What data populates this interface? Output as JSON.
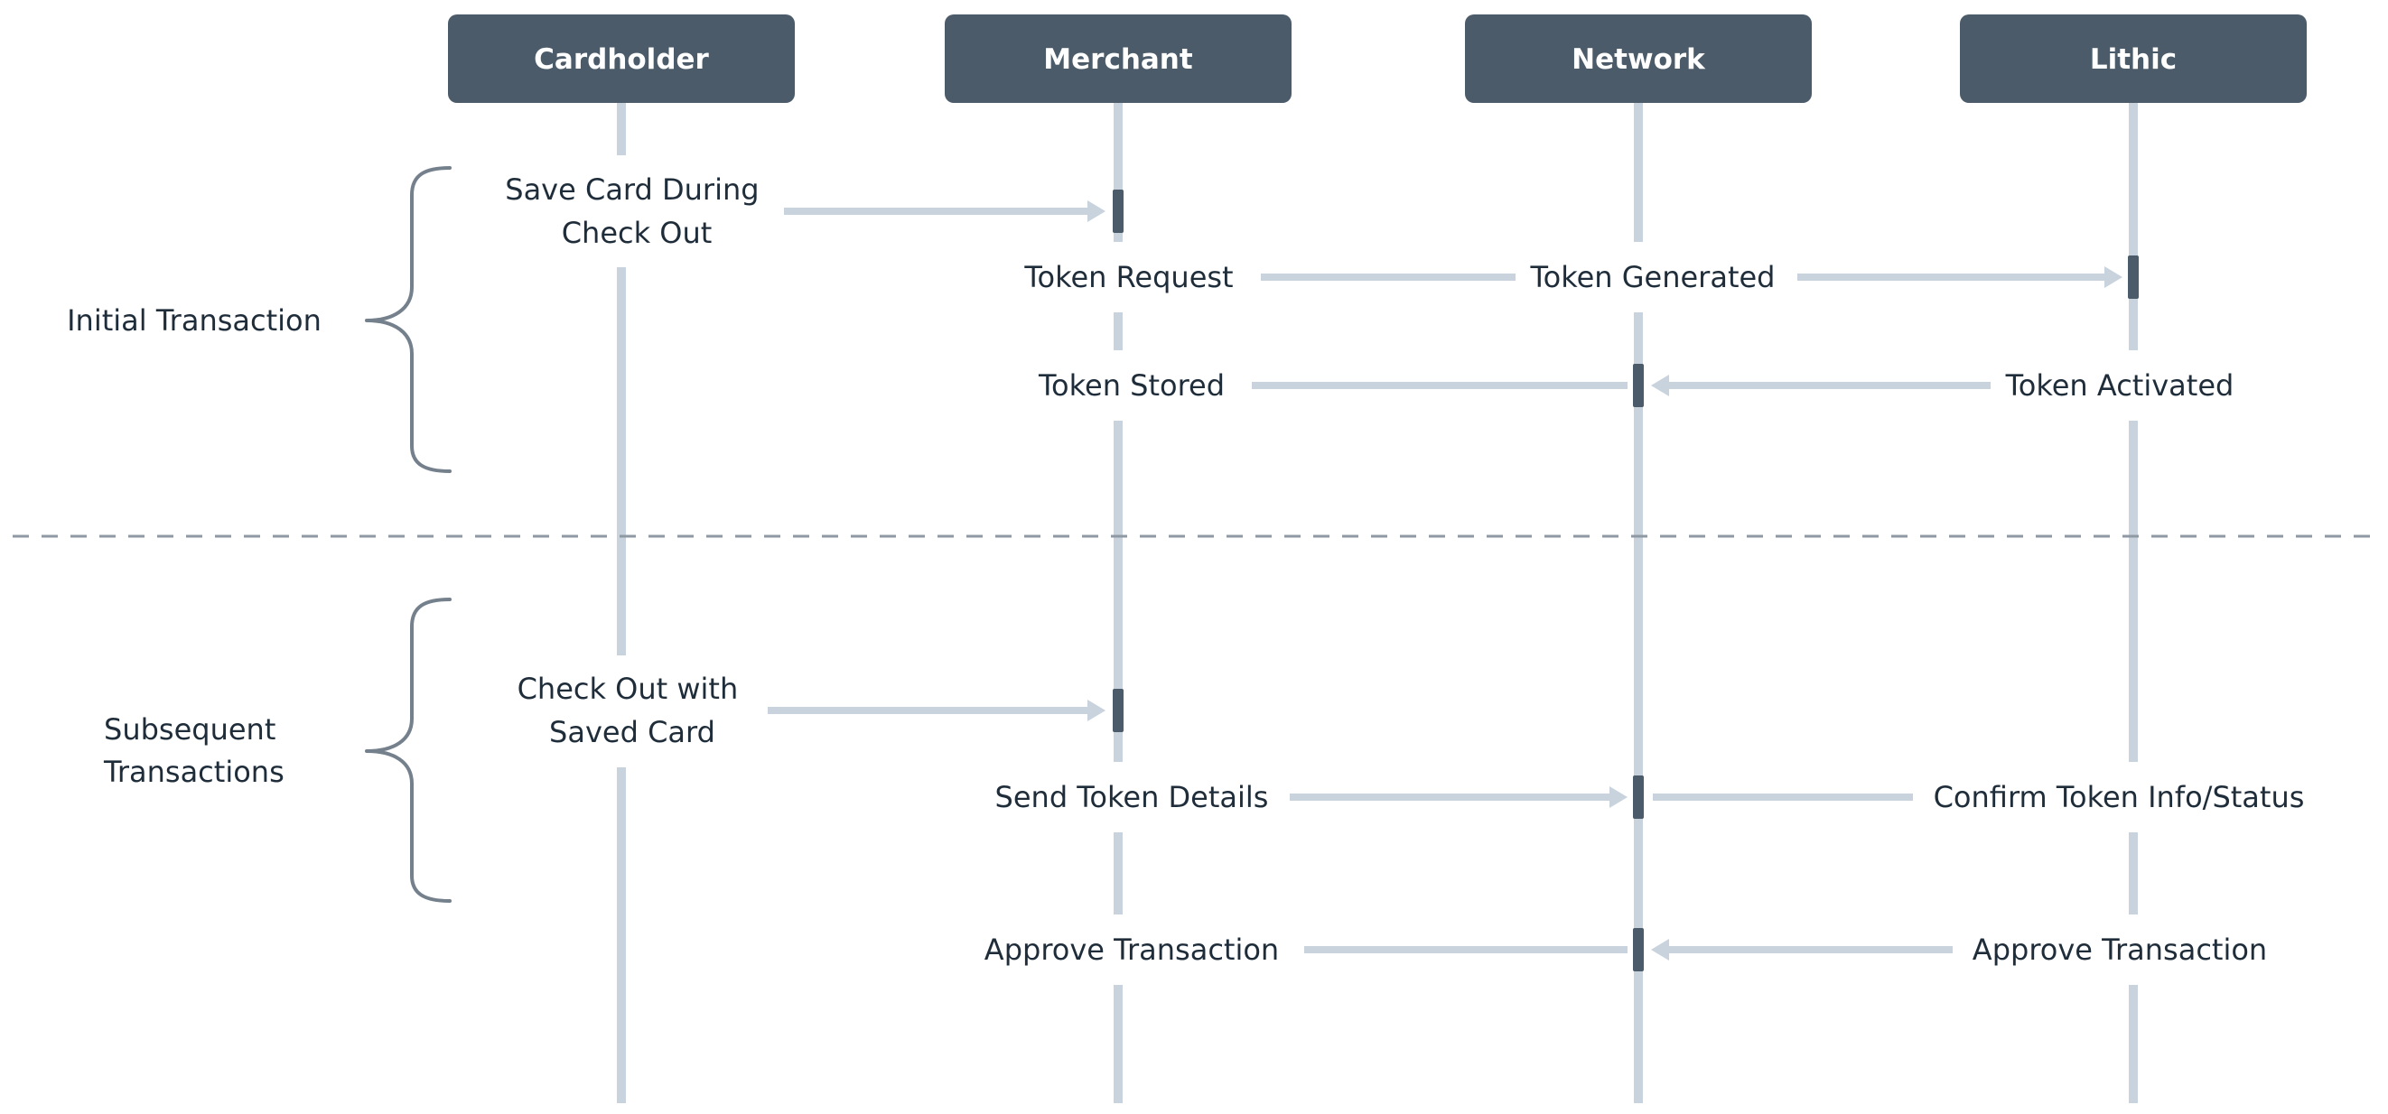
{
  "actors": [
    {
      "label": "Cardholder"
    },
    {
      "label": "Merchant"
    },
    {
      "label": "Network"
    },
    {
      "label": "Lithic"
    }
  ],
  "groups": [
    {
      "lines": [
        "Initial Transaction"
      ]
    },
    {
      "lines": [
        "Subsequent",
        "Transactions"
      ]
    }
  ],
  "messages": [
    {
      "lines": [
        "Save Card During",
        "Check Out"
      ]
    },
    {
      "lines": [
        "Token Request"
      ]
    },
    {
      "lines": [
        "Token Generated"
      ]
    },
    {
      "lines": [
        "Token Stored"
      ]
    },
    {
      "lines": [
        "Token Activated"
      ]
    },
    {
      "lines": [
        "Check Out with",
        "Saved Card"
      ]
    },
    {
      "lines": [
        "Send Token Details"
      ]
    },
    {
      "lines": [
        "Confirm Token Info/Status"
      ]
    },
    {
      "lines": [
        "Approve Transaction"
      ]
    },
    {
      "lines": [
        "Approve Transaction"
      ]
    }
  ],
  "colors": {
    "actor_fill": "#4B5B69",
    "lifeline": "#C8D3DD",
    "activation": "#4B5B69",
    "text": "#1F2D3A",
    "brace": "#74808C",
    "divider": "#8E99A4"
  }
}
